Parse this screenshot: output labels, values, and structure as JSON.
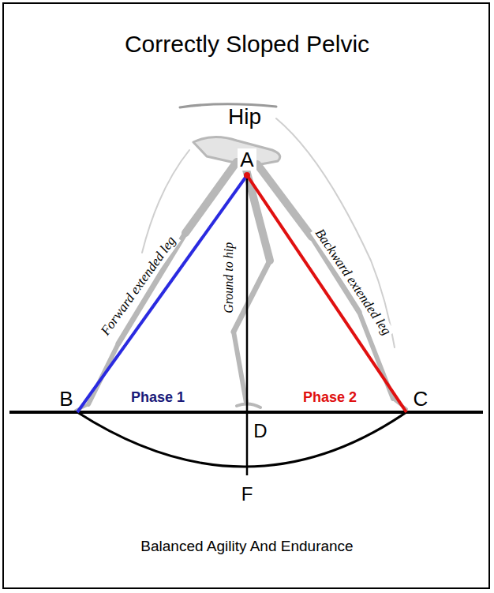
{
  "diagram": {
    "title": "Correctly Sloped Pelvic",
    "caption": "Balanced Agility And Endurance",
    "labels": [
      "Hip",
      "A",
      "Forward extended leg",
      "Ground to hip",
      "Backward extended leg",
      "B",
      "Phase 1",
      "Phase 2",
      "C",
      "D",
      "F"
    ]
  }
}
